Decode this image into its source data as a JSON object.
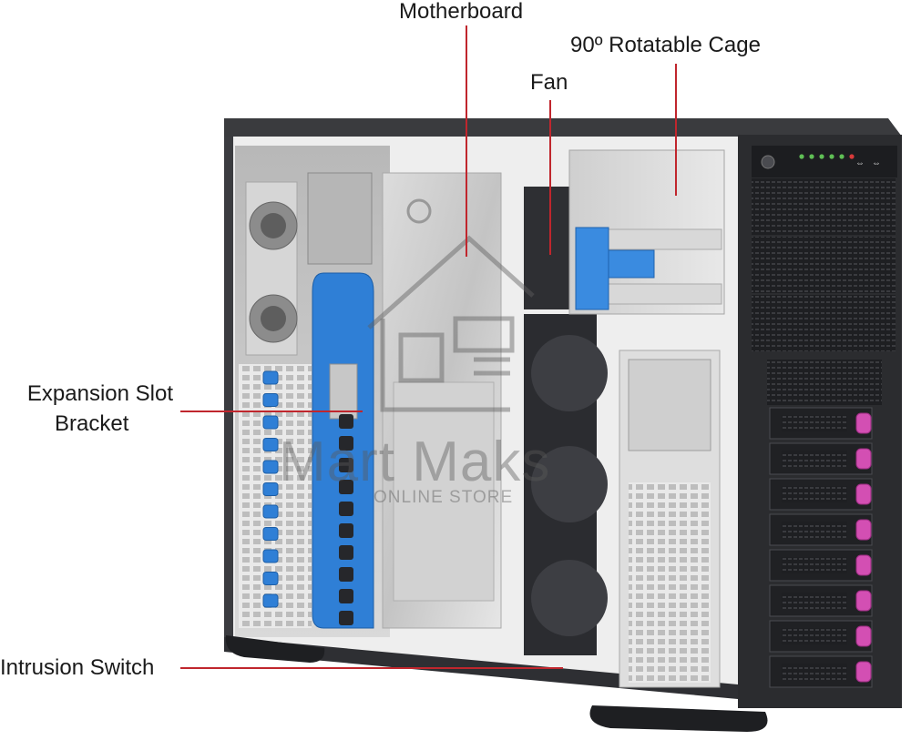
{
  "labels": {
    "motherboard": "Motherboard",
    "cage": "90º Rotatable Cage",
    "fan": "Fan",
    "expansion_line1": "Expansion Slot",
    "expansion_line2": "Bracket",
    "intrusion": "Intrusion Switch"
  },
  "watermark": {
    "name": "Mart Maks",
    "tagline": "ONLINE STORE"
  },
  "colors": {
    "leader_line": "#c0262d",
    "chassis_dark": "#2b2c2f",
    "blue_parts": "#2f7fd6",
    "drive_latch": "#d34fb3"
  },
  "front_panel": {
    "usb_labels": [
      "⇔",
      "⇔"
    ],
    "status_leds": 6
  },
  "drive_bays": 8
}
